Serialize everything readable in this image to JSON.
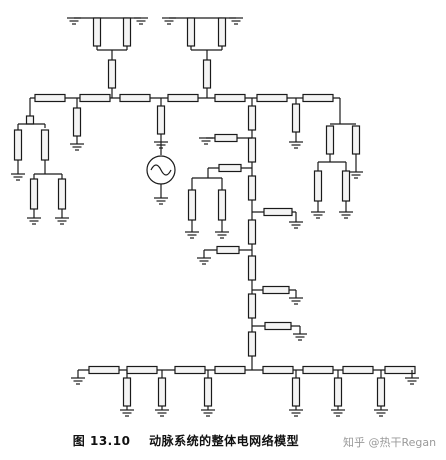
{
  "caption": {
    "figure_number": "图 13.10",
    "title": "动脉系统的整体电网络模型"
  },
  "watermark": {
    "text": "知乎 @热干Regan"
  },
  "colors": {
    "ink": "#1a1a1a",
    "resistor_fill": "#f4f4f4"
  }
}
